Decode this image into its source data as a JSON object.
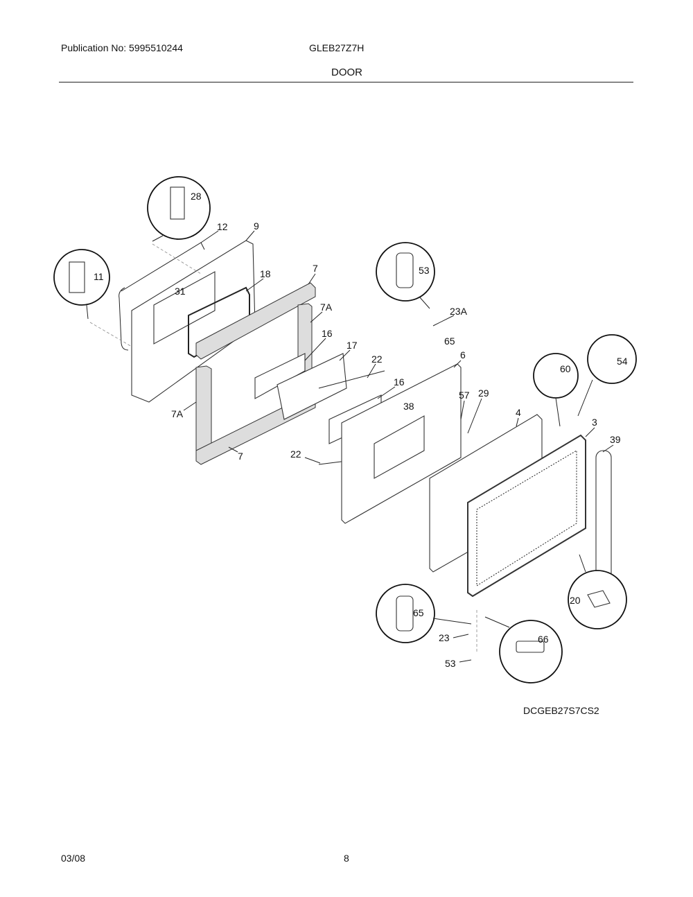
{
  "header": {
    "publication": "Publication No: 5995510244",
    "model": "GLEB27Z7H",
    "section_title": "DOOR"
  },
  "diagram": {
    "code": "DCGEB27S7CS2",
    "callouts": {
      "c28": "28",
      "c12": "12",
      "c9": "9",
      "c11": "11",
      "c18": "18",
      "c7a": "7",
      "c31": "31",
      "c7A_a": "7A",
      "c16a": "16",
      "c17": "17",
      "c22a": "22",
      "c16b": "16",
      "c7A_b": "7A",
      "c7b": "7",
      "c22b": "22",
      "c53a": "53",
      "c23A": "23A",
      "c65a": "65",
      "c6": "6",
      "c38": "38",
      "c57": "57",
      "c29": "29",
      "c4": "4",
      "c60": "60",
      "c54": "54",
      "c3": "3",
      "c39": "39",
      "c20": "20",
      "c65b": "65",
      "c66": "66",
      "c23": "23",
      "c53b": "53"
    }
  },
  "footer": {
    "date": "03/08",
    "page": "8"
  }
}
